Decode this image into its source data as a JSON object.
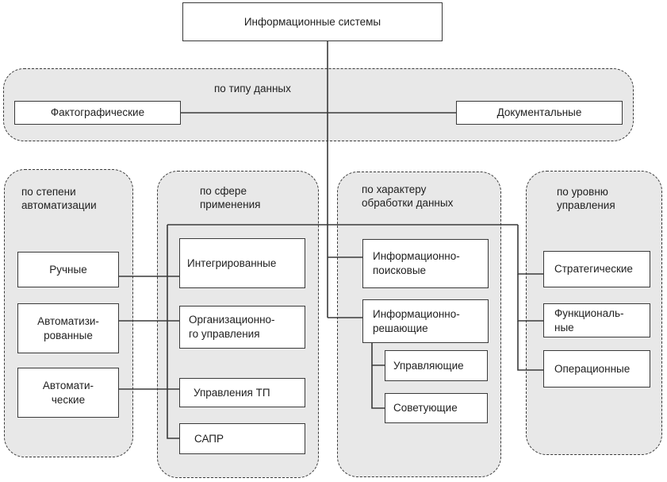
{
  "colors": {
    "group_fill": "#e8e8e8",
    "line_color": "#3a3a3a",
    "box_bg": "#ffffff",
    "text_color": "#1f1f1f",
    "page_bg": "#ffffff"
  },
  "root": {
    "label": "Информационные системы"
  },
  "type_group": {
    "label": "по типу данных",
    "factographic": "Фактографические",
    "documentary": "Документальные"
  },
  "automation_group": {
    "label": "по степени\nавтоматизации",
    "manual": "Ручные",
    "automated": "Автоматизи-\nрованные",
    "automatic": "Автомати-\nческие"
  },
  "application_group": {
    "label": "по сфере\nприменения",
    "integrated": "Интегрированные",
    "organizational": "Организационно-\nго управления",
    "process_control": "Управления ТП",
    "cad": "САПР"
  },
  "processing_group": {
    "label": "по характеру\nобработки данных",
    "retrieval": "Информационно-\nпоисковые",
    "decision": "Информационно-\nрешающие",
    "controlling": "Управляющие",
    "advising": "Советующие"
  },
  "management_group": {
    "label": "по уровню\nуправления",
    "strategic": "Стратегические",
    "functional": "Функциональ-\nные",
    "operational": "Операционные"
  }
}
